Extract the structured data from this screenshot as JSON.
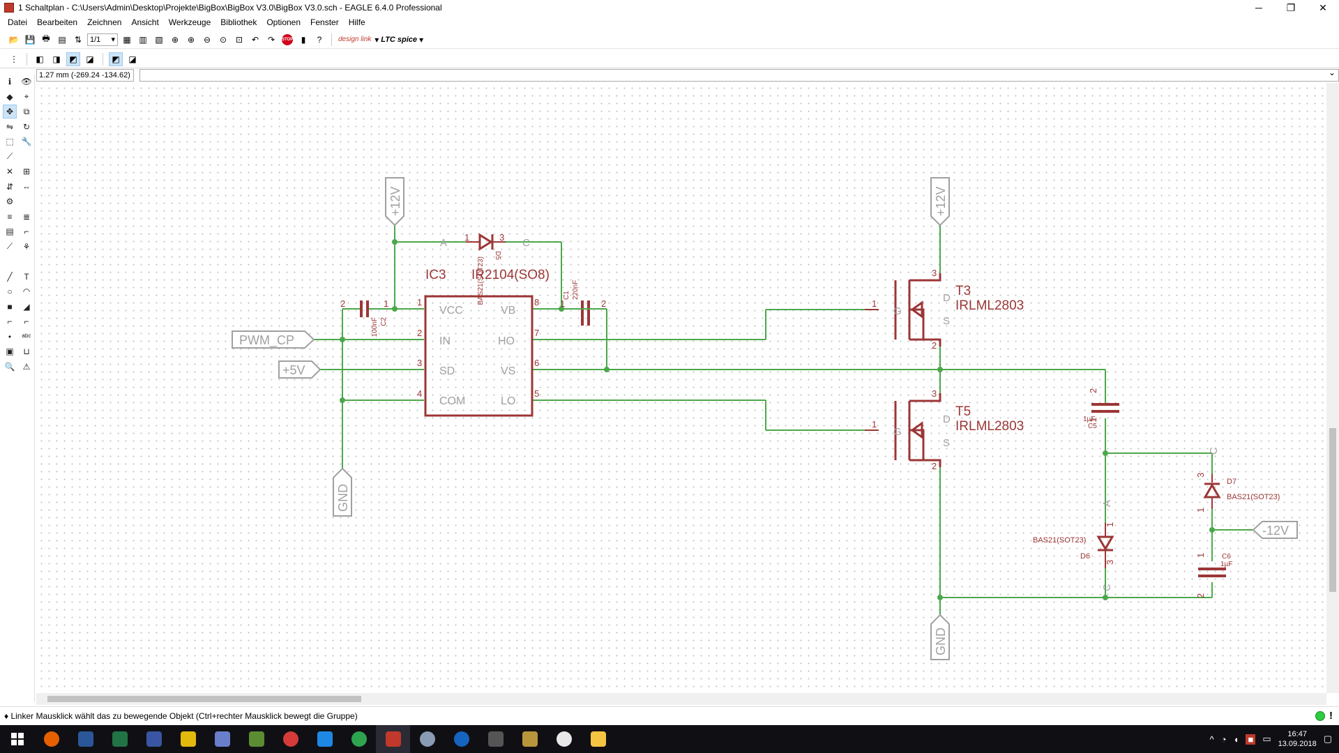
{
  "window": {
    "title": "1 Schaltplan - C:\\Users\\Admin\\Desktop\\Projekte\\BigBox\\BigBox V3.0\\BigBox V3.0.sch - EAGLE 6.4.0 Professional",
    "minimize": "─",
    "restore": "❐",
    "close": "✕"
  },
  "menu": [
    "Datei",
    "Bearbeiten",
    "Zeichnen",
    "Ansicht",
    "Werkzeuge",
    "Bibliothek",
    "Optionen",
    "Fenster",
    "Hilfe"
  ],
  "toolbar": {
    "sheet": "1/1",
    "stop_label": "STOP",
    "designlink": "design link",
    "ltc": "LTC spice"
  },
  "coords": "1.27 mm (-269.24 -134.62)",
  "status": "♦ Linker Mausklick wählt das zu bewegende Objekt (Ctrl+rechter Mausklick bewegt die Gruppe)",
  "clock": {
    "time": "16:47",
    "date": "13.09.2018"
  },
  "schematic": {
    "ic": {
      "name": "IC3",
      "value": "IR2104(SO8)",
      "pins_left": [
        {
          "num": "1",
          "name": "VCC"
        },
        {
          "num": "2",
          "name": "IN"
        },
        {
          "num": "3",
          "name": "SD"
        },
        {
          "num": "4",
          "name": "COM"
        }
      ],
      "pins_right": [
        {
          "num": "8",
          "name": "VB"
        },
        {
          "num": "7",
          "name": "HO"
        },
        {
          "num": "6",
          "name": "VS"
        },
        {
          "num": "5",
          "name": "LO"
        }
      ]
    },
    "labels": {
      "pwm": "PWM_CP",
      "v5": "+5V",
      "gnd": "GND",
      "v12": "+12V",
      "vneg12": "-12V"
    },
    "t3": {
      "name": "T3",
      "value": "IRLML2803"
    },
    "t5": {
      "name": "T5",
      "value": "IRLML2803"
    },
    "d5": {
      "name": "D5",
      "value": "BAS21(SOT23)"
    },
    "d6": {
      "name": "D6",
      "value": "BAS21(SOT23)"
    },
    "d7": {
      "name": "D7",
      "value": "BAS21(SOT23)"
    },
    "c1": {
      "name": "C1",
      "value": "220nF"
    },
    "c2": {
      "name": "C2",
      "value": "100nF"
    },
    "c5": {
      "name": "C5",
      "value": "1µF"
    },
    "c6": {
      "name": "C6",
      "value": "1µF"
    },
    "pin_letters": {
      "anode": "A",
      "cathode": "C",
      "gate": "G",
      "drain": "D",
      "source": "S"
    },
    "pin_nums": {
      "p1": "1",
      "p2": "2",
      "p3": "3"
    }
  }
}
